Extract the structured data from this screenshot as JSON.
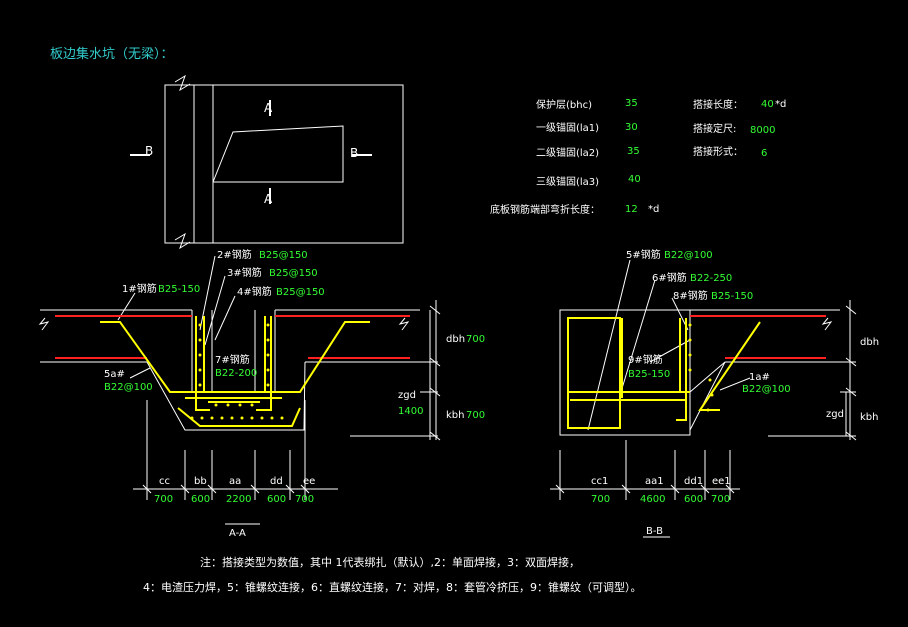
{
  "title": "板边集水坑（无梁）：",
  "colors": {
    "background": "#000000",
    "line": "#ffffff",
    "value": "#33ff33",
    "title": "#33cccc",
    "rebar_top": "#ff2020",
    "rebar_pit": "#ffff00"
  },
  "plan": {
    "section_a": "A",
    "section_b": "B"
  },
  "params": {
    "cover_label": "保护层(bhc)",
    "cover_value": "35",
    "la1_label": "一级锚固(la1)",
    "la1_value": "30",
    "la2_label": "二级锚固(la2)",
    "la2_value": "35",
    "la3_label": "三级锚固(la3)",
    "la3_value": "40",
    "lap_len_label": "搭接长度：",
    "lap_len_value": "40",
    "lap_len_unit": "*d",
    "lap_fix_label": "搭接定尺:",
    "lap_fix_value": "8000",
    "lap_form_label": "搭接形式：",
    "lap_form_value": "6",
    "bend_label": "底板钢筋端部弯折长度：",
    "bend_value": "12",
    "bend_unit": "*d"
  },
  "section_aa": {
    "caption": "A-A",
    "r1_name": "1#钢筋",
    "r1_spec": "B25-150",
    "r2_name": "2#钢筋",
    "r2_spec": "B25@150",
    "r3_name": "3#钢筋",
    "r3_spec": "B25@150",
    "r4_name": "4#钢筋",
    "r4_spec": "B25@150",
    "r5_name": "5a#",
    "r5_spec": "B22@100",
    "r7_name": "7#钢筋",
    "r7_spec": "B22-200",
    "dbh_label": "dbh",
    "dbh_value": "700",
    "zgd_label": "zgd",
    "zgd_value": "1400",
    "kbh_label": "kbh",
    "kbh_value": "700",
    "dims": [
      {
        "label": "cc",
        "value": "700"
      },
      {
        "label": "bb",
        "value": "600"
      },
      {
        "label": "aa",
        "value": "2200"
      },
      {
        "label": "dd",
        "value": "600"
      },
      {
        "label": "ee",
        "value": "700"
      }
    ]
  },
  "section_bb": {
    "caption": "B-B",
    "r5_name": "5#钢筋",
    "r5_spec": "B22@100",
    "r6_name": "6#钢筋",
    "r6_spec": "B22-250",
    "r8_name": "8#钢筋",
    "r8_spec": "B25-150",
    "r9_name": "9#钢筋",
    "r9_spec": "B25-150",
    "r1a_name": "1a#",
    "r1a_spec": "B22@100",
    "dbh_label": "dbh",
    "zgd_label": "zgd",
    "kbh_label": "kbh",
    "dims": [
      {
        "label": "cc1",
        "value": "700"
      },
      {
        "label": "aa1",
        "value": "4600"
      },
      {
        "label": "dd1",
        "value": "600"
      },
      {
        "label": "ee1",
        "value": "700"
      }
    ]
  },
  "notes": {
    "line1": "注：搭接类型为数值，其中 1代表绑扎（默认）,2：单面焊接，3：双面焊接，",
    "line2": "4：电渣压力焊，5：锥螺纹连接，6：直螺纹连接，7：对焊，8：套管冷挤压，9：锥螺纹（可调型）。"
  }
}
